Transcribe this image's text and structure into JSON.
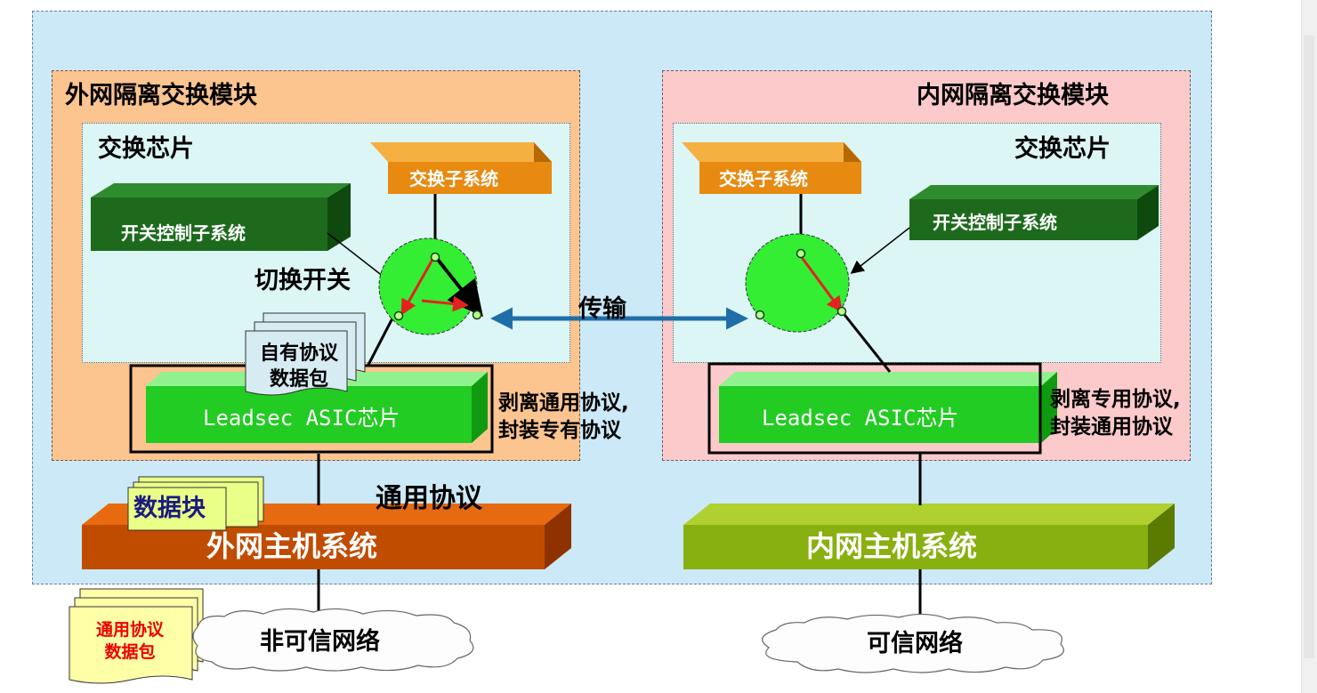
{
  "external_module": {
    "title": "外网隔离交换模块",
    "chip_title": "交换芯片",
    "exchange_subsystem": "交换子系统",
    "switch_control_subsystem": "开关控制子系统",
    "switch_label": "切换开关",
    "packet_label_line1": "自有协议",
    "packet_label_line2": "数据包",
    "asic_label": "Leadsec ASIC芯片",
    "asic_note_line1": "剥离通用协议,",
    "asic_note_line2": "封装专有协议",
    "host_system": "外网主机系统",
    "data_block": "数据块",
    "network": "非可信网络",
    "net_packet_line1": "通用协议",
    "net_packet_line2": "数据包"
  },
  "internal_module": {
    "title": "内网隔离交换模块",
    "chip_title": "交换芯片",
    "exchange_subsystem": "交换子系统",
    "switch_control_subsystem": "开关控制子系统",
    "asic_label": "Leadsec ASIC芯片",
    "asic_note_line1": "剥离专用协议,",
    "asic_note_line2": "封装通用协议",
    "host_system": "内网主机系统",
    "network": "可信网络"
  },
  "transfer_label": "传输",
  "general_protocol_label": "通用协议",
  "colors": {
    "outer_bg": "#cce9f8",
    "external_module_bg": "#fcc48f",
    "internal_module_bg": "#fccaca",
    "chip_bg": "#dcf5f5",
    "exchange_subsystem": "#e88a10",
    "switch_control": "#1d6a1d",
    "switch_circle": "#33ee33",
    "asic": "#22cc22",
    "external_host": "#c04c00",
    "internal_host": "#88b010",
    "transfer_arrow": "#1f6ea8",
    "switch_arrow": "#e22222",
    "data_block": "#eaff88",
    "packet_doc": "#d6ecf2",
    "net_packet_doc": "#ffffa8",
    "net_packet_text": "#ee0000"
  }
}
